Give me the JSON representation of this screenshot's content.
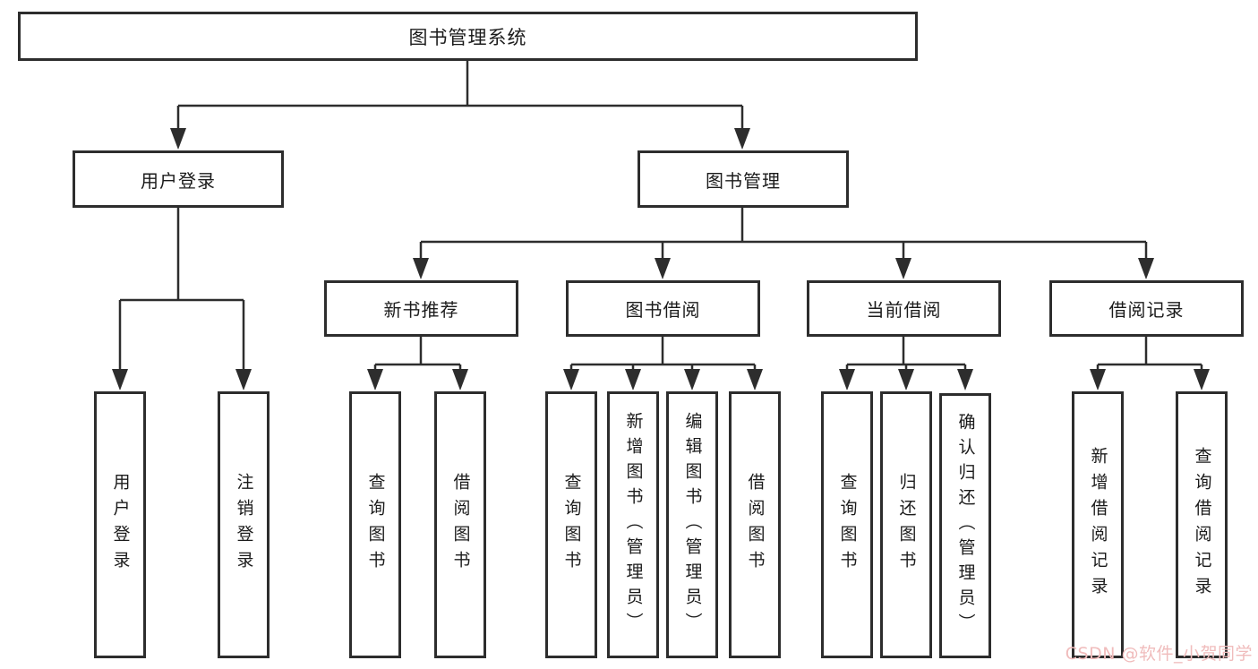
{
  "diagram": {
    "root": {
      "label": "图书管理系统",
      "children": [
        {
          "label": "用户登录",
          "children": [
            {
              "label": "用户登录"
            },
            {
              "label": "注销登录"
            }
          ]
        },
        {
          "label": "图书管理",
          "children": [
            {
              "label": "新书推荐",
              "children": [
                {
                  "label": "查询图书"
                },
                {
                  "label": "借阅图书"
                }
              ]
            },
            {
              "label": "图书借阅",
              "children": [
                {
                  "label": "查询图书"
                },
                {
                  "label": "新增图书（管理员）"
                },
                {
                  "label": "编辑图书（管理员）"
                },
                {
                  "label": "借阅图书"
                }
              ]
            },
            {
              "label": "当前借阅",
              "children": [
                {
                  "label": "查询图书"
                },
                {
                  "label": "归还图书"
                },
                {
                  "label": "确认归还（管理员）"
                }
              ]
            },
            {
              "label": "借阅记录",
              "children": [
                {
                  "label": "新增借阅记录"
                },
                {
                  "label": "查询借阅记录"
                }
              ]
            }
          ]
        }
      ]
    },
    "colors": {
      "line": "#2d2d2d",
      "box_border": "#2d2d2d",
      "box_fill": "#ffffff",
      "text": "#1b1b1b"
    }
  },
  "watermark": {
    "text": "CSDN @软件_小贺同学",
    "color": "#f0bcbc"
  }
}
